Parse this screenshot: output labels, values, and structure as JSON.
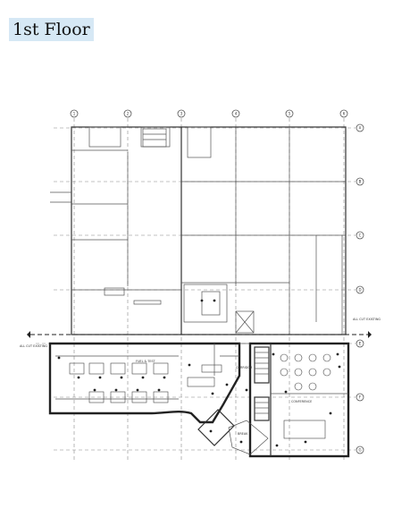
{
  "title": "1st Floor",
  "grid": {
    "columns": [
      "1",
      "2",
      "3",
      "4",
      "5",
      "6"
    ],
    "rows": [
      "A",
      "B",
      "C",
      "D",
      "E",
      "F",
      "G"
    ]
  },
  "rooms": {
    "fuel_test": "FUEL & TEST",
    "corridor": "CORRIDOR",
    "conference": "CONFERENCE",
    "break": "BREAK"
  },
  "notes": {
    "left_cut": "ALL CUT EXISTING",
    "right_cut": "ALL CUT EXISTING"
  },
  "colors": {
    "title_bg": "#d6e8f5",
    "lines": "#333333"
  }
}
